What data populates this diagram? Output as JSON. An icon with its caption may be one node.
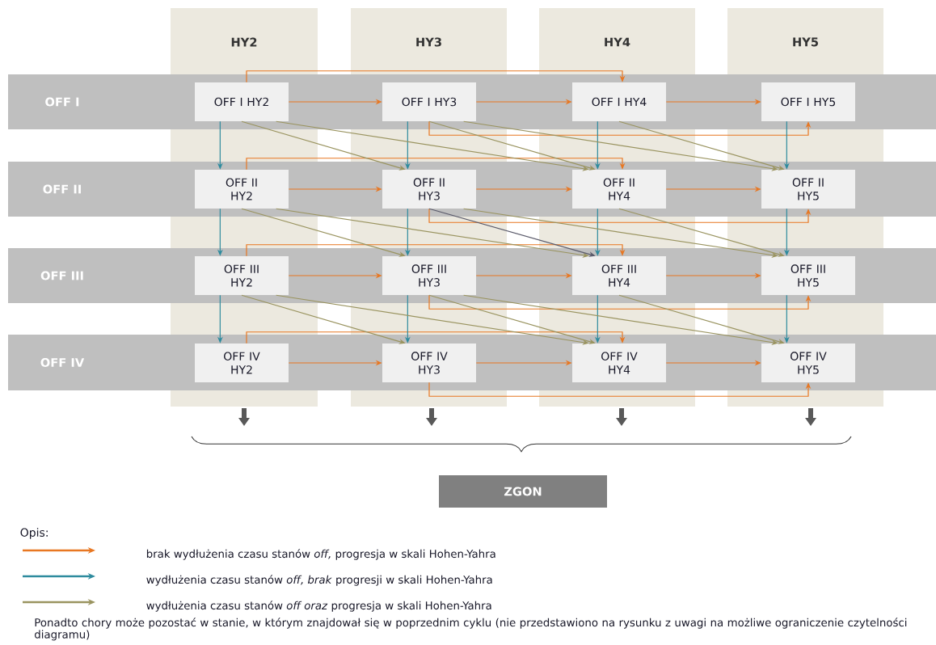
{
  "diagram": {
    "nodes": [
      {
        "text": [
          "OFF I HY2"
        ]
      },
      {
        "text": [
          "OFF I HY3"
        ]
      },
      {
        "text": [
          "OFF I HY4"
        ]
      },
      {
        "text": [
          "OFF I HY5"
        ]
      },
      {
        "text": [
          "OFF II HY2"
        ]
      },
      {
        "text": [
          "OFF II HY3"
        ]
      },
      {
        "text": [
          "OFF II HY4"
        ]
      },
      {
        "text": [
          "OFF II HY5"
        ]
      },
      {
        "text": [
          "OFF III HY2"
        ]
      },
      {
        "text": [
          "OFF III HY3"
        ]
      },
      {
        "text": [
          "OFF III HY4"
        ]
      },
      {
        "text": [
          "OFF III HY5"
        ]
      },
      {
        "text": [
          "OFF IV HY2"
        ]
      },
      {
        "text": [
          "OFF IV HY3"
        ]
      },
      {
        "text": [
          "OFF IV HY4"
        ]
      },
      {
        "text": [
          "OFF IV HY5"
        ]
      },
      {
        "text": [
          "ZGON"
        ]
      }
    ],
    "edges": [
      {
        "from": 0,
        "to": 1,
        "arrow": "to",
        "color": "#e87722"
      },
      {
        "from": 1,
        "to": 2,
        "arrow": "to",
        "color": "#e87722"
      },
      {
        "from": 2,
        "to": 3,
        "arrow": "to",
        "color": "#e87722"
      },
      {
        "from": 4,
        "to": 5,
        "arrow": "to",
        "color": "#e87722"
      },
      {
        "from": 5,
        "to": 6,
        "arrow": "to",
        "color": "#e87722"
      },
      {
        "from": 6,
        "to": 7,
        "arrow": "to",
        "color": "#e87722"
      },
      {
        "from": 8,
        "to": 9,
        "arrow": "to",
        "color": "#e87722"
      },
      {
        "from": 9,
        "to": 10,
        "arrow": "to",
        "color": "#e87722"
      },
      {
        "from": 10,
        "to": 11,
        "arrow": "to",
        "color": "#e87722"
      },
      {
        "from": 12,
        "to": 13,
        "arrow": "to",
        "color": "#e87722"
      },
      {
        "from": 13,
        "to": 14,
        "arrow": "to",
        "color": "#e87722"
      },
      {
        "from": 14,
        "to": 15,
        "arrow": "to",
        "color": "#e87722"
      },
      {
        "from": 0,
        "to": 2,
        "arrow": "to",
        "color": "#e87722"
      },
      {
        "from": 1,
        "to": 3,
        "arrow": "to",
        "color": "#e87722"
      },
      {
        "from": 4,
        "to": 6,
        "arrow": "to",
        "color": "#e87722"
      },
      {
        "from": 5,
        "to": 7,
        "arrow": "to",
        "color": "#e87722"
      },
      {
        "from": 8,
        "to": 10,
        "arrow": "to",
        "color": "#e87722"
      },
      {
        "from": 9,
        "to": 11,
        "arrow": "to",
        "color": "#e87722"
      },
      {
        "from": 12,
        "to": 14,
        "arrow": "to",
        "color": "#e87722"
      },
      {
        "from": 13,
        "to": 15,
        "arrow": "to",
        "color": "#e87722"
      },
      {
        "from": 0,
        "to": 4,
        "arrow": "to",
        "color": "#2e8b9e"
      },
      {
        "from": 1,
        "to": 5,
        "arrow": "to",
        "color": "#2e8b9e"
      },
      {
        "from": 2,
        "to": 6,
        "arrow": "to",
        "color": "#2e8b9e"
      },
      {
        "from": 3,
        "to": 7,
        "arrow": "to",
        "color": "#2e8b9e"
      },
      {
        "from": 4,
        "to": 8,
        "arrow": "to",
        "color": "#2e8b9e"
      },
      {
        "from": 5,
        "to": 9,
        "arrow": "to",
        "color": "#2e8b9e"
      },
      {
        "from": 6,
        "to": 10,
        "arrow": "to",
        "color": "#2e8b9e"
      },
      {
        "from": 7,
        "to": 11,
        "arrow": "to",
        "color": "#2e8b9e"
      },
      {
        "from": 8,
        "to": 12,
        "arrow": "to",
        "color": "#2e8b9e"
      },
      {
        "from": 9,
        "to": 13,
        "arrow": "to",
        "color": "#2e8b9e"
      },
      {
        "from": 10,
        "to": 14,
        "arrow": "to",
        "color": "#2e8b9e"
      },
      {
        "from": 11,
        "to": 15,
        "arrow": "to",
        "color": "#2e8b9e"
      },
      {
        "from": 0,
        "to": 5,
        "arrow": "to",
        "color": "#9a9460"
      },
      {
        "from": 0,
        "to": 6,
        "arrow": "to",
        "color": "#9a9460"
      },
      {
        "from": 1,
        "to": 6,
        "arrow": "to",
        "color": "#9a9460"
      },
      {
        "from": 1,
        "to": 7,
        "arrow": "to",
        "color": "#9a9460"
      },
      {
        "from": 2,
        "to": 7,
        "arrow": "to",
        "color": "#9a9460"
      },
      {
        "from": 4,
        "to": 9,
        "arrow": "to",
        "color": "#9a9460"
      },
      {
        "from": 4,
        "to": 10,
        "arrow": "to",
        "color": "#9a9460"
      },
      {
        "from": 5,
        "to": 10,
        "arrow": "to",
        "color": "#5a5a6a"
      },
      {
        "from": 5,
        "to": 11,
        "arrow": "to",
        "color": "#9a9460"
      },
      {
        "from": 6,
        "to": 11,
        "arrow": "to",
        "color": "#9a9460"
      },
      {
        "from": 8,
        "to": 13,
        "arrow": "to",
        "color": "#9a9460"
      },
      {
        "from": 8,
        "to": 14,
        "arrow": "to",
        "color": "#9a9460"
      },
      {
        "from": 9,
        "to": 14,
        "arrow": "to",
        "color": "#9a9460"
      },
      {
        "from": 9,
        "to": 15,
        "arrow": "to",
        "color": "#9a9460"
      },
      {
        "from": 10,
        "to": 15,
        "arrow": "to",
        "color": "#9a9460"
      }
    ],
    "labels": [
      "HY2",
      "HY3",
      "HY4",
      "HY5",
      "OFF I",
      "OFF II",
      "OFF III",
      "OFF IV",
      "Opis:",
      "Ponadto chory może pozostać w stanie, w którym znajdował się w poprzednim cyklu (nie przedstawiono na rysunku z uwagi na możliwe ograniczenie czytelności diagramu)"
    ],
    "legend": [
      {
        "text": "brak wydłużenia czasu stanów *off,* progresja w skali Hohen-Yahra",
        "color": "#e87722"
      },
      {
        "text": "wydłużenia czasu stanów *off, brak* progresji w skali Hohen-Yahra",
        "color": "#2e8b9e"
      },
      {
        "text": "wydłużenia czasu stanów *off oraz* progresja w skali Hohen-Yahra",
        "color": "#9a9460"
      }
    ]
  }
}
